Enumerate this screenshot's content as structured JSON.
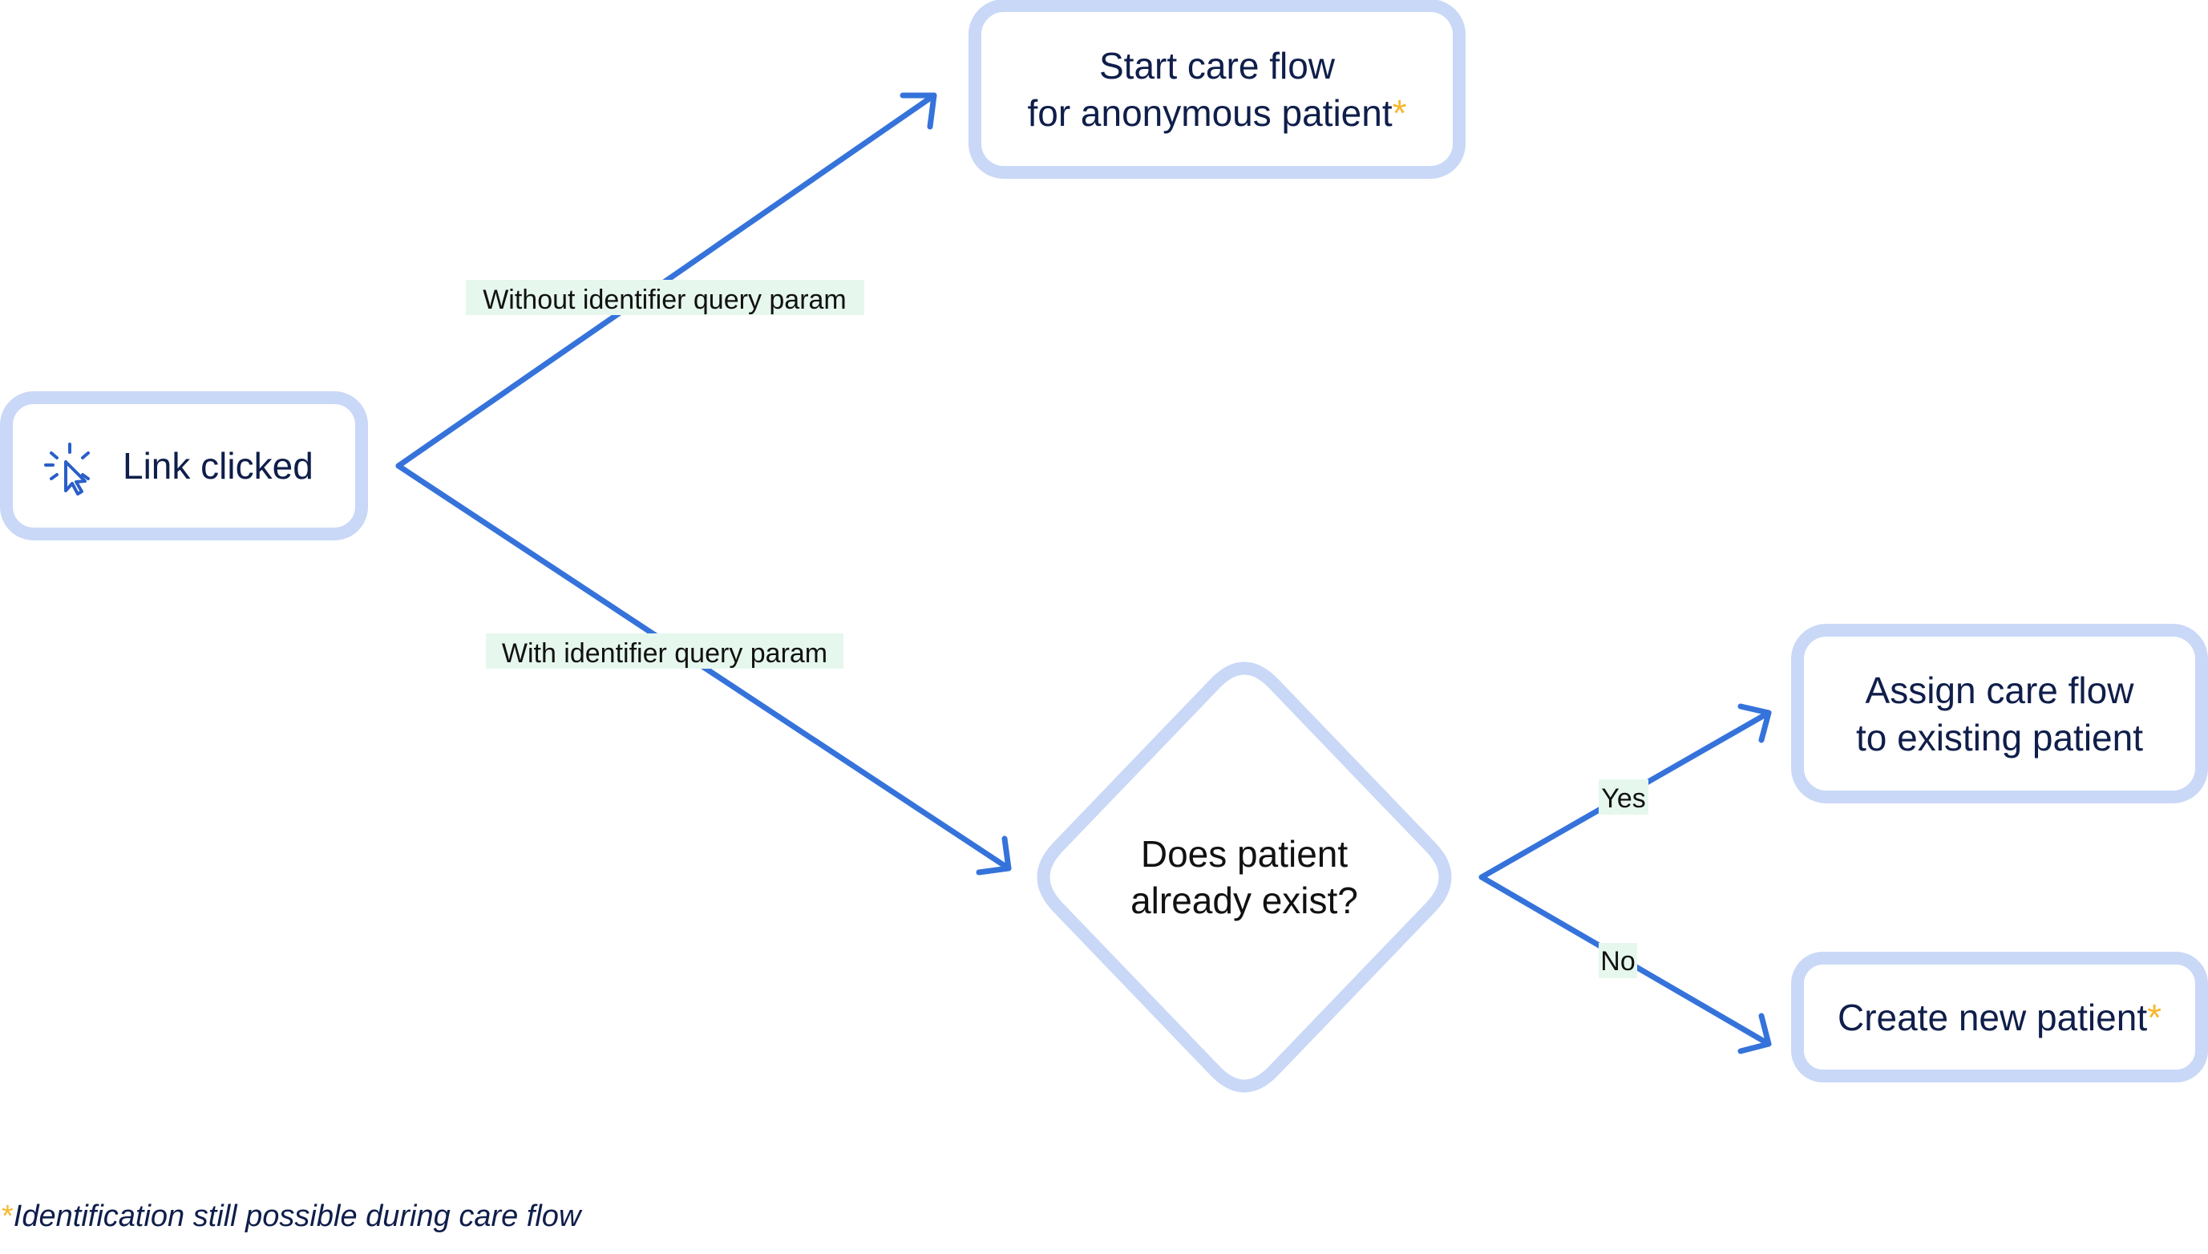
{
  "diagram": {
    "nodes": {
      "link_clicked": {
        "label": "Link clicked",
        "icon": "cursor-click-icon"
      },
      "start_anonymous": {
        "line1": "Start care flow",
        "line2": "for anonymous patient",
        "marker": "*"
      },
      "patient_exists": {
        "line1": "Does patient",
        "line2": "already exist?"
      },
      "assign_existing": {
        "line1": "Assign care flow",
        "line2": "to existing patient"
      },
      "create_new": {
        "label": "Create new patient",
        "marker": "*"
      }
    },
    "edges": {
      "without_identifier": "Without identifier query param",
      "with_identifier": "With identifier query param",
      "yes": "Yes",
      "no": "No"
    },
    "footnote": {
      "marker": "*",
      "text": "Identification still possible during care flow"
    },
    "colors": {
      "node_border": "#c9d8f7",
      "arrow": "#3573db",
      "label_bg": "#e6f7ee",
      "text": "#0f1e4a",
      "marker": "#f5b82e"
    }
  }
}
